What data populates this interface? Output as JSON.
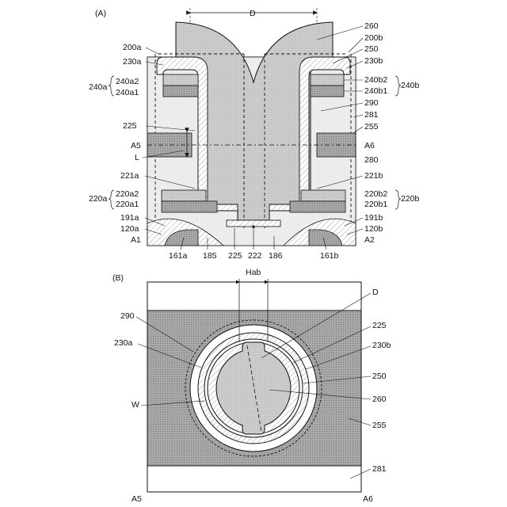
{
  "figure_a": {
    "panel_label": "(A)",
    "dimension_d": "D",
    "right_labels": [
      "260",
      "200b",
      "250",
      "230b",
      "240b2",
      "240b1",
      "290",
      "281",
      "255",
      "A6",
      "280",
      "221b",
      "220b2",
      "220b1",
      "191b",
      "120b",
      "A2"
    ],
    "right_group_240b": "240b",
    "right_group_220b": "220b",
    "left_labels": [
      "200a",
      "230a",
      "240a2",
      "240a1",
      "225",
      "A5",
      "L",
      "221a",
      "220a2",
      "220a1",
      "191a",
      "120a",
      "A1"
    ],
    "left_group_240a": "240a",
    "left_group_220a": "220a",
    "bottom_labels": [
      "161a",
      "185",
      "225",
      "222",
      "186",
      "161b"
    ]
  },
  "figure_b": {
    "panel_label": "(B)",
    "dimension_hab": "Hab",
    "left_labels": [
      "290",
      "230a",
      "W"
    ],
    "right_labels": [
      "D",
      "225",
      "230b",
      "250",
      "260",
      "255",
      "281"
    ],
    "corner_labels": [
      "A5",
      "A6"
    ]
  },
  "colors": {
    "dark_fill": "#9a9a9a",
    "medium_fill": "#c4c4c4",
    "light_fill": "#e6e6e6",
    "line": "#111111"
  }
}
